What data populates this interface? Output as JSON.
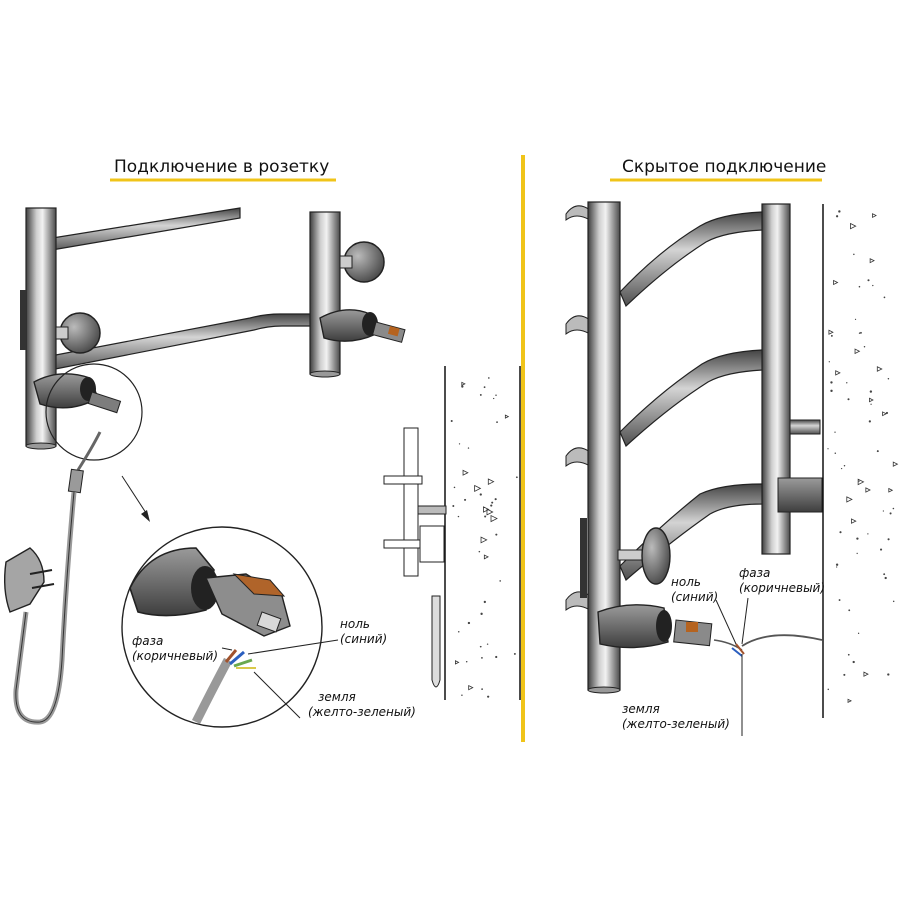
{
  "accent_color": "#f0c419",
  "left_panel": {
    "title": "Подключение в розетку",
    "labels": {
      "phase": "фаза",
      "phase_color": "(коричневый)",
      "neutral": "ноль",
      "neutral_color": "(синий)",
      "earth": "земля",
      "earth_color": "(желто-зеленый)"
    }
  },
  "right_panel": {
    "title": "Скрытое подключение",
    "labels": {
      "neutral": "ноль",
      "neutral_color": "(синий)",
      "phase": "фаза",
      "phase_color": "(коричневый)",
      "earth": "земля",
      "earth_color": "(желто-зеленый)"
    }
  },
  "icons": [
    "towel-rail",
    "power-plug",
    "connection-box",
    "wall"
  ]
}
